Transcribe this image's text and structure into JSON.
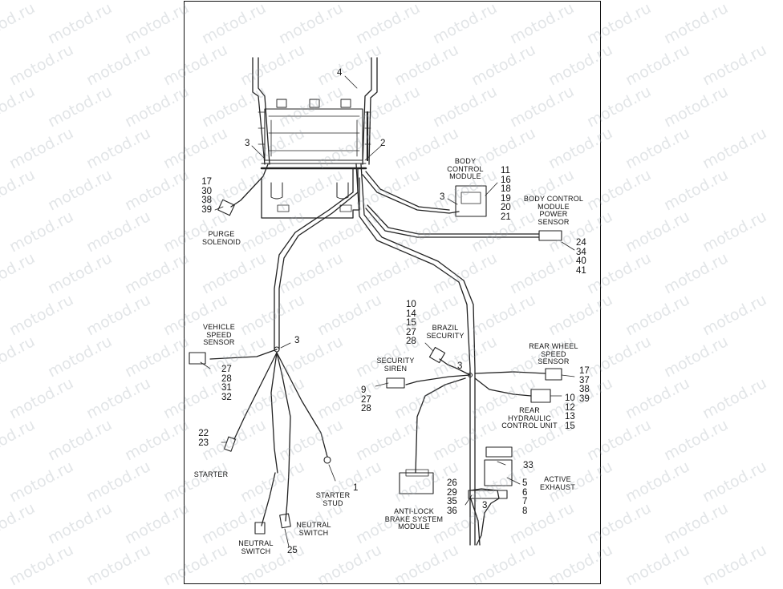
{
  "watermark": "motod.ru",
  "labels": {
    "body_control_module": "BODY CONTROL\nMODULE",
    "bcm_power_sensor": "BODY CONTROL\nMODULE POWER\nSENSOR",
    "purge_solenoid": "PURGE\nSOLENOID",
    "vehicle_speed_sensor": "VEHICLE\nSPEED\nSENSOR",
    "brazil_security": "BRAZIL\nSECURITY",
    "security_siren": "SECURITY\nSIREN",
    "rear_wheel_speed_sensor": "REAR WHEEL\nSPEED SENSOR",
    "rear_hydraulic_control_unit": "REAR\nHYDRAULIC\nCONTROL UNIT",
    "active_exhaust": "ACTIVE\nEXHAUST",
    "starter": "STARTER",
    "starter_stud": "STARTER\nSTUD",
    "neutral_switch_right": "NEUTRAL\nSWITCH",
    "neutral_switch_left": "NEUTRAL\nSWITCH",
    "anti_lock_brake_module": "ANTI-LOCK\nBRAKE SYSTEM\nMODULE"
  },
  "callouts": {
    "top_4": "4",
    "frame_3": "3",
    "frame_2": "2",
    "bcm_list": "11\n16\n18\n19\n20\n21",
    "bcm_3": "3",
    "purge_list": "17\n30\n38\n39",
    "power_sensor_list": "24\n34\n40\n41",
    "center_3": "3",
    "vss_list": "27\n28\n31\n32",
    "brazil_list": "10\n14\n15\n27\n28",
    "siren_list": "9\n27\n28",
    "junction_3": "3",
    "rwss_list": "17\n37\n38\n39",
    "rhcu_list": "10\n12\n13\n15",
    "starter_list": "22\n23",
    "stud_1": "1",
    "exhaust_33": "33",
    "exhaust_list": "5\n6\n7\n8",
    "abs_list": "26\n29\n35\n36",
    "abs_3": "3",
    "neutral_25": "25"
  }
}
